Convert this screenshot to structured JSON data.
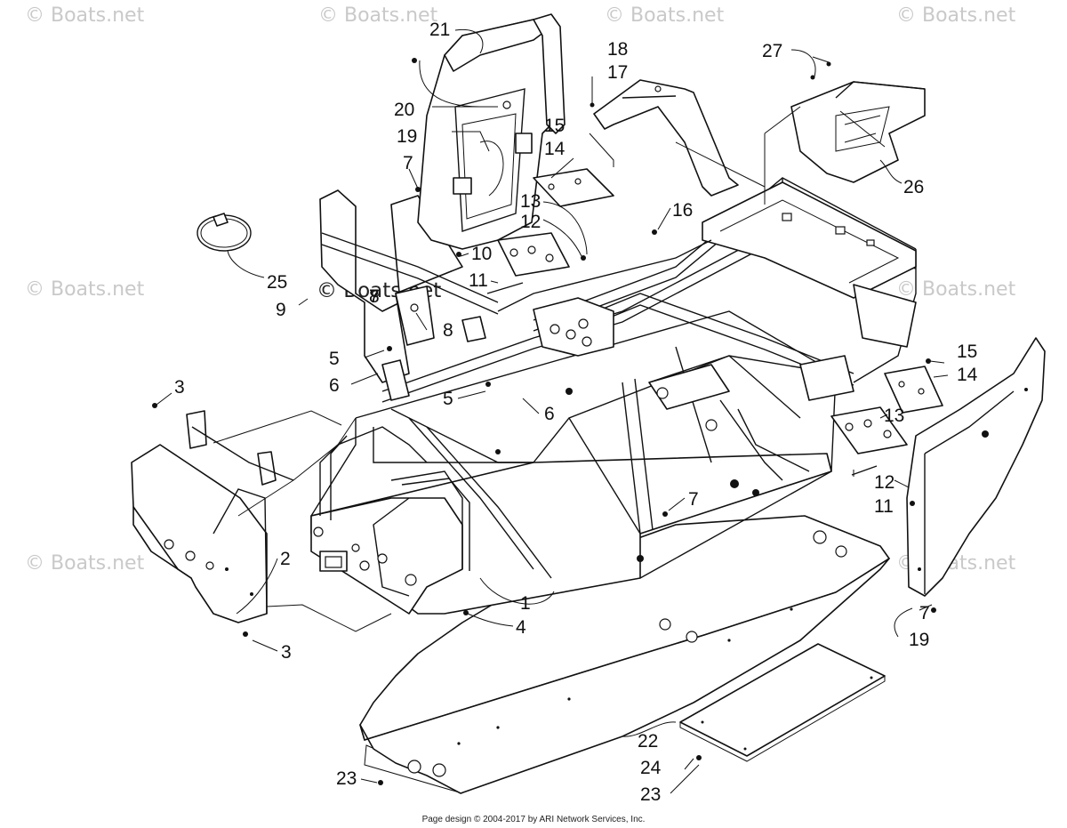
{
  "watermark": "© Boats.net",
  "footer": "Page design © 2004-2017 by ARI Network Services, Inc.",
  "callouts": [
    "1",
    "2",
    "3",
    "3",
    "4",
    "5",
    "5",
    "6",
    "6",
    "7",
    "7",
    "7",
    "7",
    "8",
    "8",
    "9",
    "10",
    "11",
    "11",
    "12",
    "12",
    "13",
    "13",
    "14",
    "14",
    "15",
    "15",
    "16",
    "17",
    "18",
    "19",
    "19",
    "20",
    "21",
    "22",
    "23",
    "23",
    "24",
    "25",
    "26",
    "27"
  ]
}
